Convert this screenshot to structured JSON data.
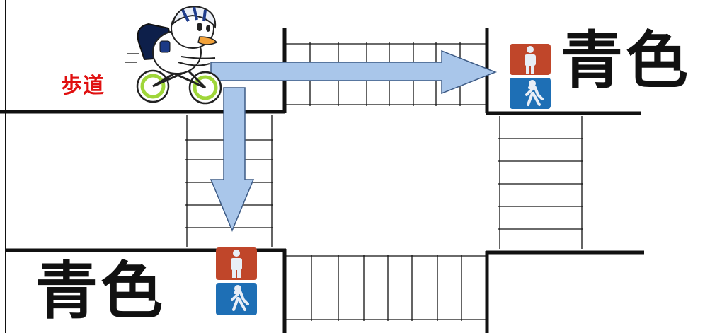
{
  "labels": {
    "sidewalk": "歩道",
    "green_signal_top": "青色",
    "green_signal_bottom": "青色"
  },
  "signals": {
    "stop_color": "#c0462a",
    "go_color": "#1e6fb5"
  },
  "colors": {
    "sidewalk_label": "#e01010",
    "arrow_fill": "#a9c6ea",
    "arrow_stroke": "#3d5b86",
    "road_line": "#111111"
  },
  "icons": {
    "mascot": "cyclist-mascot-icon",
    "stop": "pedestrian-stop-icon",
    "go": "pedestrian-walk-icon"
  }
}
